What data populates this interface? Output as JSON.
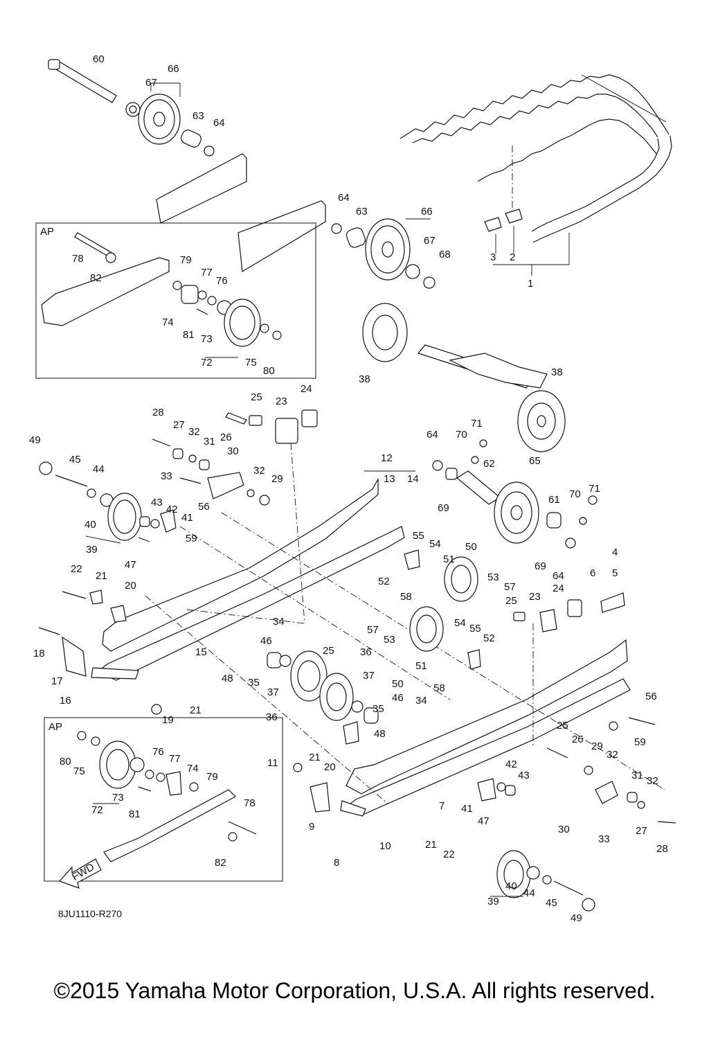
{
  "diagram": {
    "drawing_code": "8JU1110-R270",
    "fwd_label": "FWD",
    "ap_label": "AP",
    "callouts": [
      {
        "id": "c60",
        "text": "60"
      },
      {
        "id": "c66a",
        "text": "66"
      },
      {
        "id": "c67a",
        "text": "67"
      },
      {
        "id": "c63a",
        "text": "63"
      },
      {
        "id": "c64a",
        "text": "64"
      },
      {
        "id": "c64b",
        "text": "64"
      },
      {
        "id": "c63b",
        "text": "63"
      },
      {
        "id": "c66b",
        "text": "66"
      },
      {
        "id": "c67b",
        "text": "67"
      },
      {
        "id": "c68",
        "text": "68"
      },
      {
        "id": "c3",
        "text": "3"
      },
      {
        "id": "c2",
        "text": "2"
      },
      {
        "id": "c1",
        "text": "1"
      },
      {
        "id": "c78a",
        "text": "78"
      },
      {
        "id": "c82a",
        "text": "82"
      },
      {
        "id": "c79a",
        "text": "79"
      },
      {
        "id": "c77a",
        "text": "77"
      },
      {
        "id": "c76a",
        "text": "76"
      },
      {
        "id": "c74a",
        "text": "74"
      },
      {
        "id": "c81a",
        "text": "81"
      },
      {
        "id": "c73a",
        "text": "73"
      },
      {
        "id": "c72a",
        "text": "72"
      },
      {
        "id": "c75a",
        "text": "75"
      },
      {
        "id": "c80a",
        "text": "80"
      },
      {
        "id": "c38a",
        "text": "38"
      },
      {
        "id": "c38b",
        "text": "38"
      },
      {
        "id": "c25a",
        "text": "25"
      },
      {
        "id": "c23a",
        "text": "23"
      },
      {
        "id": "c24a",
        "text": "24"
      },
      {
        "id": "c28a",
        "text": "28"
      },
      {
        "id": "c26a",
        "text": "26"
      },
      {
        "id": "c27a",
        "text": "27"
      },
      {
        "id": "c32a",
        "text": "32"
      },
      {
        "id": "c31a",
        "text": "31"
      },
      {
        "id": "c30a",
        "text": "30"
      },
      {
        "id": "c33a",
        "text": "33"
      },
      {
        "id": "c32b",
        "text": "32"
      },
      {
        "id": "c29a",
        "text": "29"
      },
      {
        "id": "c49a",
        "text": "49"
      },
      {
        "id": "c45a",
        "text": "45"
      },
      {
        "id": "c44a",
        "text": "44"
      },
      {
        "id": "c43a",
        "text": "43"
      },
      {
        "id": "c42a",
        "text": "42"
      },
      {
        "id": "c41a",
        "text": "41"
      },
      {
        "id": "c40a",
        "text": "40"
      },
      {
        "id": "c39a",
        "text": "39"
      },
      {
        "id": "c47a",
        "text": "47"
      },
      {
        "id": "c56a",
        "text": "56"
      },
      {
        "id": "c59a",
        "text": "59"
      },
      {
        "id": "c64c",
        "text": "64"
      },
      {
        "id": "c70a",
        "text": "70"
      },
      {
        "id": "c71a",
        "text": "71"
      },
      {
        "id": "c12",
        "text": "12"
      },
      {
        "id": "c13",
        "text": "13"
      },
      {
        "id": "c14",
        "text": "14"
      },
      {
        "id": "c62",
        "text": "62"
      },
      {
        "id": "c65",
        "text": "65"
      },
      {
        "id": "c69a",
        "text": "69"
      },
      {
        "id": "c61",
        "text": "61"
      },
      {
        "id": "c70b",
        "text": "70"
      },
      {
        "id": "c71b",
        "text": "71"
      },
      {
        "id": "c69b",
        "text": "69"
      },
      {
        "id": "c64d",
        "text": "64"
      },
      {
        "id": "c4",
        "text": "4"
      },
      {
        "id": "c6",
        "text": "6"
      },
      {
        "id": "c5",
        "text": "5"
      },
      {
        "id": "c55a",
        "text": "55"
      },
      {
        "id": "c54a",
        "text": "54"
      },
      {
        "id": "c50a",
        "text": "50"
      },
      {
        "id": "c51a",
        "text": "51"
      },
      {
        "id": "c52a",
        "text": "52"
      },
      {
        "id": "c58a",
        "text": "58"
      },
      {
        "id": "c53a",
        "text": "53"
      },
      {
        "id": "c57a",
        "text": "57"
      },
      {
        "id": "c25b",
        "text": "25"
      },
      {
        "id": "c23b",
        "text": "23"
      },
      {
        "id": "c24b",
        "text": "24"
      },
      {
        "id": "c22a",
        "text": "22"
      },
      {
        "id": "c21a",
        "text": "21"
      },
      {
        "id": "c20a",
        "text": "20"
      },
      {
        "id": "c34a",
        "text": "34"
      },
      {
        "id": "c46a",
        "text": "46"
      },
      {
        "id": "c25c",
        "text": "25"
      },
      {
        "id": "c18",
        "text": "18"
      },
      {
        "id": "c17",
        "text": "17"
      },
      {
        "id": "c15",
        "text": "15"
      },
      {
        "id": "c48a",
        "text": "48"
      },
      {
        "id": "c35a",
        "text": "35"
      },
      {
        "id": "c37a",
        "text": "37"
      },
      {
        "id": "c36a",
        "text": "36"
      },
      {
        "id": "c36b",
        "text": "36"
      },
      {
        "id": "c37b",
        "text": "37"
      },
      {
        "id": "c16",
        "text": "16"
      },
      {
        "id": "c19",
        "text": "19"
      },
      {
        "id": "c21b",
        "text": "21"
      },
      {
        "id": "c57b",
        "text": "57"
      },
      {
        "id": "c53b",
        "text": "53"
      },
      {
        "id": "c54b",
        "text": "54"
      },
      {
        "id": "c55b",
        "text": "55"
      },
      {
        "id": "c52b",
        "text": "52"
      },
      {
        "id": "c50b",
        "text": "50"
      },
      {
        "id": "c51b",
        "text": "51"
      },
      {
        "id": "c58b",
        "text": "58"
      },
      {
        "id": "c35b",
        "text": "35"
      },
      {
        "id": "c46b",
        "text": "46"
      },
      {
        "id": "c34b",
        "text": "34"
      },
      {
        "id": "c48b",
        "text": "48"
      },
      {
        "id": "c56b",
        "text": "56"
      },
      {
        "id": "c59b",
        "text": "59"
      },
      {
        "id": "c80b",
        "text": "80"
      },
      {
        "id": "c75b",
        "text": "75"
      },
      {
        "id": "c76b",
        "text": "76"
      },
      {
        "id": "c77b",
        "text": "77"
      },
      {
        "id": "c74b",
        "text": "74"
      },
      {
        "id": "c79b",
        "text": "79"
      },
      {
        "id": "c73b",
        "text": "73"
      },
      {
        "id": "c72b",
        "text": "72"
      },
      {
        "id": "c81b",
        "text": "81"
      },
      {
        "id": "c78b",
        "text": "78"
      },
      {
        "id": "c82b",
        "text": "82"
      },
      {
        "id": "c11",
        "text": "11"
      },
      {
        "id": "c21c",
        "text": "21"
      },
      {
        "id": "c20b",
        "text": "20"
      },
      {
        "id": "c9",
        "text": "9"
      },
      {
        "id": "c10",
        "text": "10"
      },
      {
        "id": "c8",
        "text": "8"
      },
      {
        "id": "c7",
        "text": "7"
      },
      {
        "id": "c21d",
        "text": "21"
      },
      {
        "id": "c22b",
        "text": "22"
      },
      {
        "id": "c41b",
        "text": "41"
      },
      {
        "id": "c42b",
        "text": "42"
      },
      {
        "id": "c43b",
        "text": "43"
      },
      {
        "id": "c47b",
        "text": "47"
      },
      {
        "id": "c25d",
        "text": "25"
      },
      {
        "id": "c26b",
        "text": "26"
      },
      {
        "id": "c29b",
        "text": "29"
      },
      {
        "id": "c32c",
        "text": "32"
      },
      {
        "id": "c31b",
        "text": "31"
      },
      {
        "id": "c32d",
        "text": "32"
      },
      {
        "id": "c30b",
        "text": "30"
      },
      {
        "id": "c33b",
        "text": "33"
      },
      {
        "id": "c27b",
        "text": "27"
      },
      {
        "id": "c28b",
        "text": "28"
      },
      {
        "id": "c39b",
        "text": "39"
      },
      {
        "id": "c40b",
        "text": "40"
      },
      {
        "id": "c44b",
        "text": "44"
      },
      {
        "id": "c45b",
        "text": "45"
      },
      {
        "id": "c49b",
        "text": "49"
      }
    ]
  },
  "footer": {
    "copyright": "©2015 Yamaha Motor Corporation, U.S.A. All rights reserved."
  }
}
